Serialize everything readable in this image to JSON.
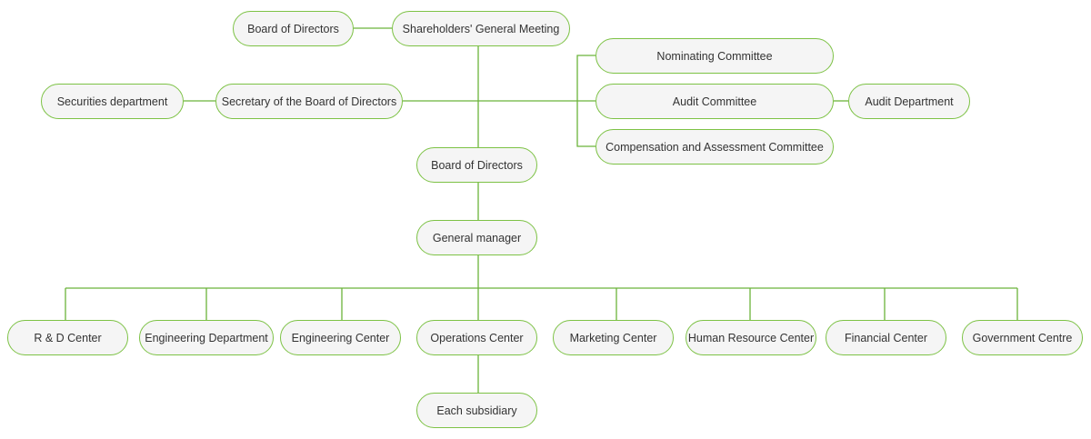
{
  "colors": {
    "line": "#6bb33a",
    "border": "#7dc245",
    "fill": "#f5f5f5",
    "text": "#333333"
  },
  "nodes": {
    "board_top": "Board of Directors",
    "shareholders": "Shareholders' General Meeting",
    "nominating": "Nominating Committee",
    "audit_committee": "Audit Committee",
    "audit_department": "Audit Department",
    "compensation": "Compensation and Assessment Committee",
    "securities": "Securities department",
    "secretary": "Secretary of the Board of Directors",
    "board": "Board of Directors",
    "general_manager": "General manager",
    "rd_center": "R & D Center",
    "engineering_department": "Engineering Department",
    "engineering_center": "Engineering Center",
    "operations_center": "Operations Center",
    "marketing_center": "Marketing Center",
    "hr_center": "Human Resource Center",
    "financial_center": "Financial Center",
    "government_centre": "Government Centre",
    "subsidiary": "Each subsidiary"
  }
}
